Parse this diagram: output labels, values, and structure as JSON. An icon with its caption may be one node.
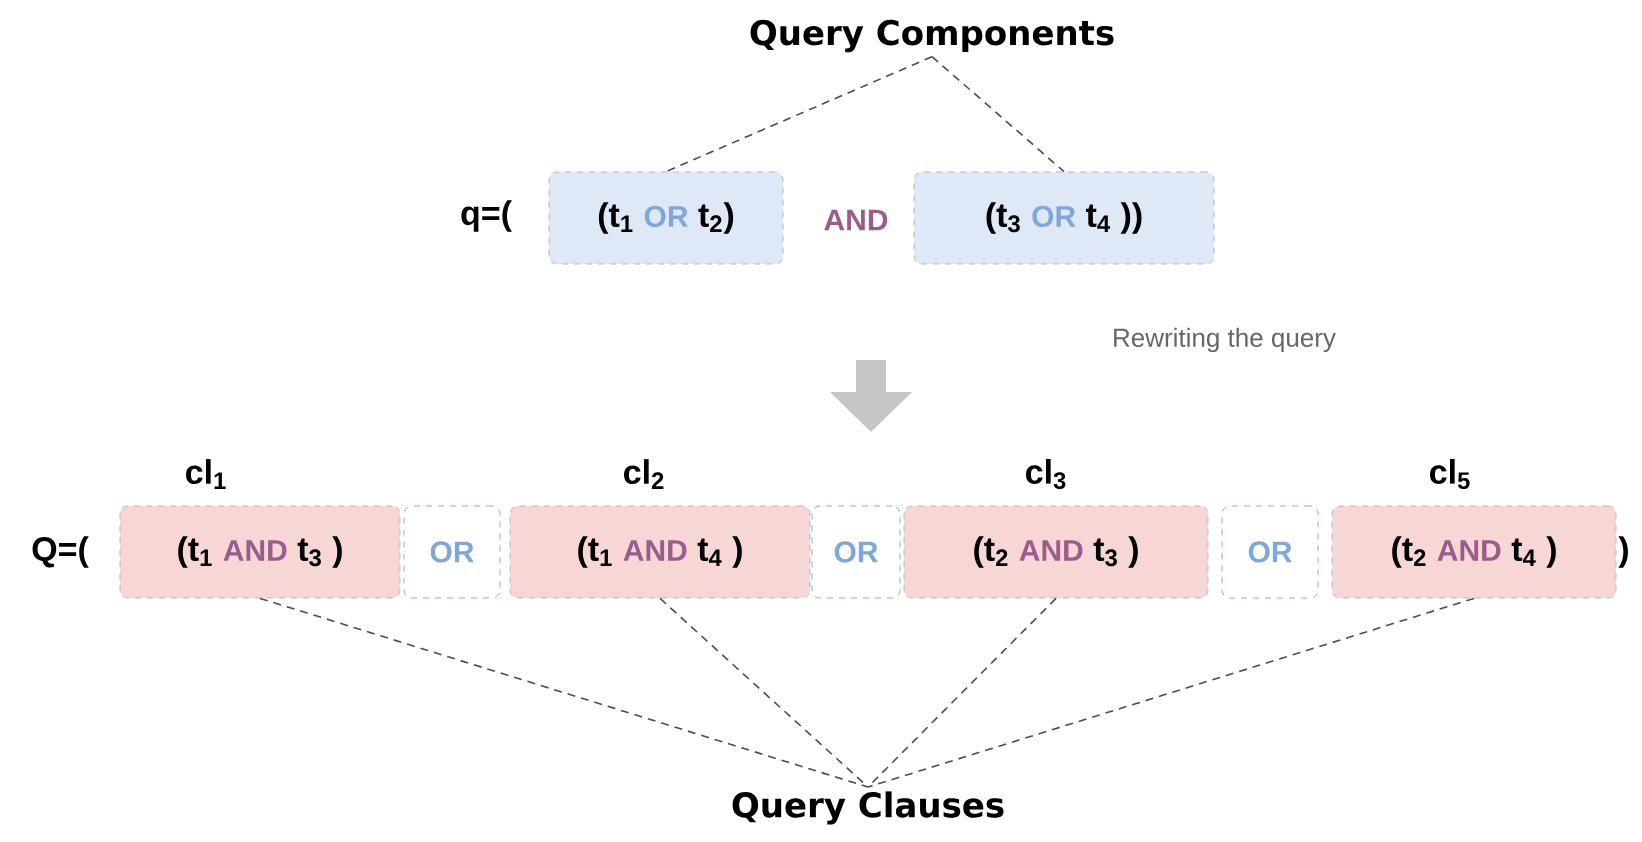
{
  "diagram": {
    "nodes": [
      {
        "text": [
          "Query Components"
        ]
      },
      {
        "text": [
          "(t$_{1}$",
          "OR",
          "t$_{2}$)"
        ]
      },
      {
        "text": [
          "(t$_{3}$",
          "OR",
          "t$_{4}$ ))"
        ]
      },
      {
        "text": [
          "(t$_{1}$",
          "AND",
          "t$_{3}$ )"
        ],
        "beside": [
          "cl$_{1}$"
        ]
      },
      {
        "text": [
          "OR"
        ]
      },
      {
        "text": [
          "(t$_{1}$",
          "AND",
          "t$_{4}$ )"
        ],
        "beside": [
          "cl$_{2}$"
        ]
      },
      {
        "text": [
          "OR"
        ]
      },
      {
        "text": [
          "(t$_{2}$",
          "AND",
          "t$_{3}$ )"
        ],
        "beside": [
          "cl$_{3}$"
        ]
      },
      {
        "text": [
          "OR"
        ]
      },
      {
        "text": [
          "(t$_{2}$",
          "AND",
          "t$_{4}$ )"
        ],
        "beside": [
          "cl$_{5}$"
        ]
      },
      {
        "text": [
          "Query Clauses"
        ]
      }
    ],
    "edges": [
      {
        "from": 0,
        "to": 1,
        "arrow": "none",
        "style": "dashed"
      },
      {
        "from": 0,
        "to": 2,
        "arrow": "none",
        "style": "dashed"
      },
      {
        "from": 3,
        "to": 10,
        "arrow": "none",
        "style": "dashed"
      },
      {
        "from": 5,
        "to": 10,
        "arrow": "none",
        "style": "dashed"
      },
      {
        "from": 7,
        "to": 10,
        "arrow": "none",
        "style": "dashed"
      },
      {
        "from": 9,
        "to": 10,
        "arrow": "none",
        "style": "dashed"
      }
    ],
    "labels": [
      "q=(",
      "AND",
      "Rewriting the query",
      "Q=(",
      ")"
    ]
  }
}
